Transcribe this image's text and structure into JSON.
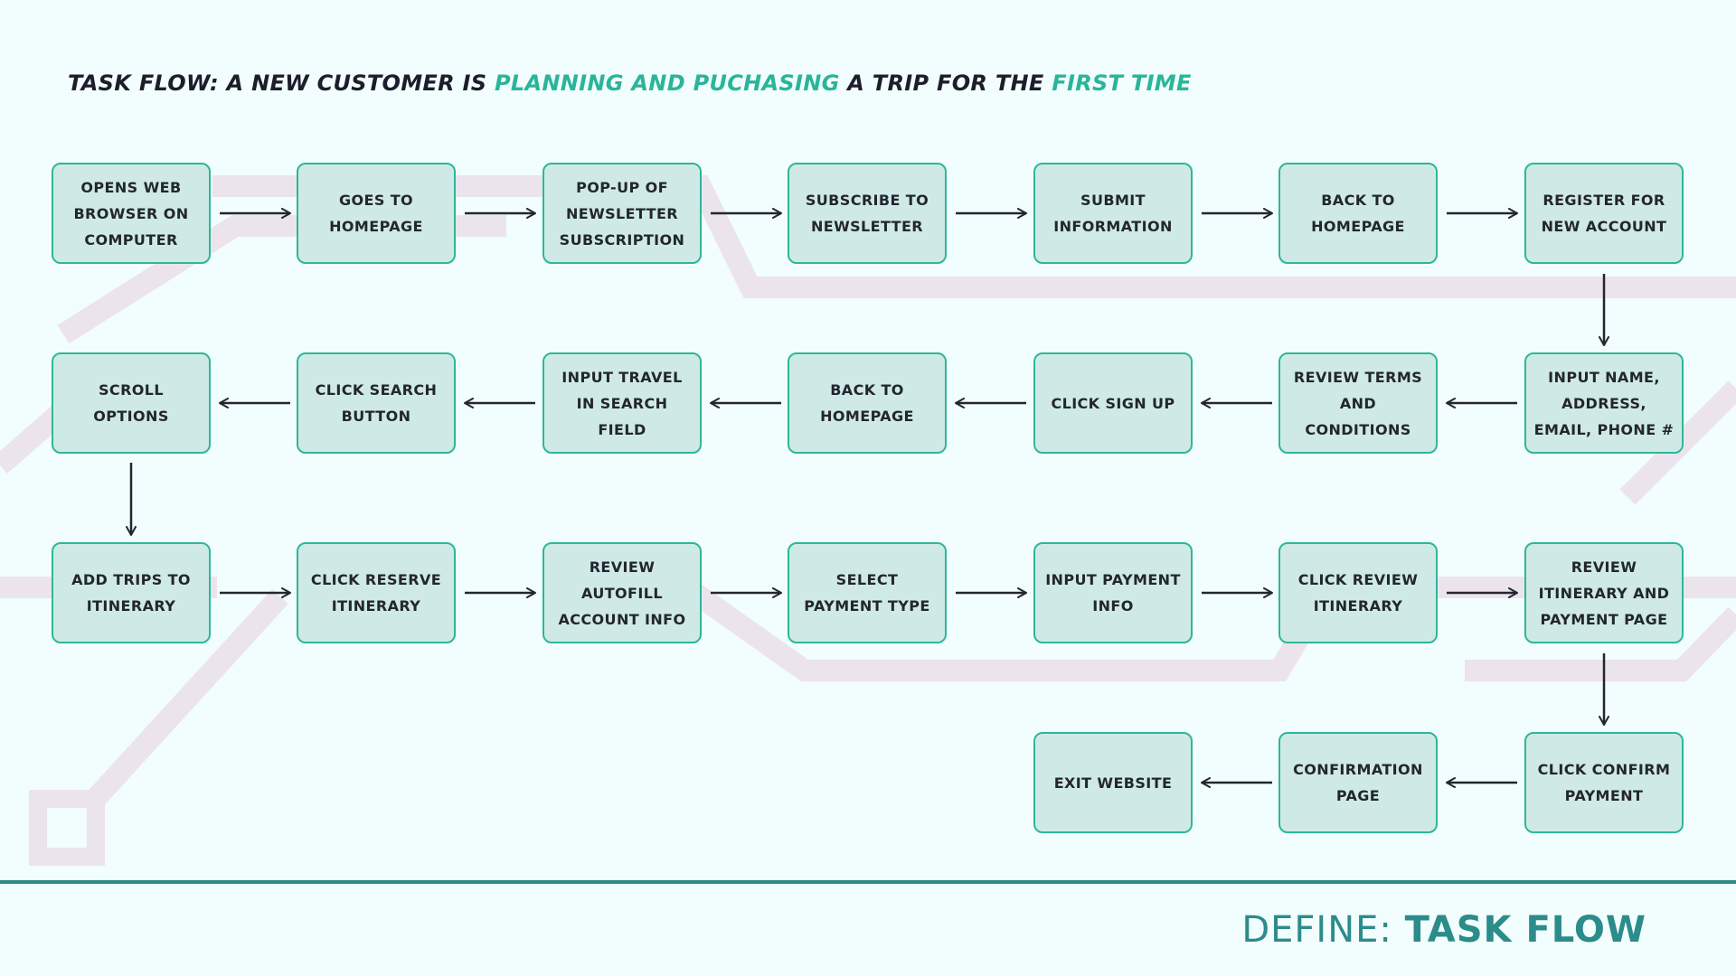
{
  "heading": {
    "part1": "TASK FLOW: A NEW CUSTOMER IS ",
    "highlight1": "PLANNING AND PUCHASING",
    "part2": " A TRIP FOR THE ",
    "highlight2": "FIRST TIME"
  },
  "steps": [
    "OPENS WEB\nBROWSER ON\nCOMPUTER",
    "GOES TO\nHOMEPAGE",
    "POP-UP OF\nNEWSLETTER\nSUBSCRIPTION",
    "SUBSCRIBE TO\nNEWSLETTER",
    "SUBMIT\nINFORMATION",
    "BACK TO\nHOMEPAGE",
    "REGISTER FOR\nNEW ACCOUNT",
    "INPUT NAME,\nADDRESS,\nEMAIL, PHONE #",
    "REVIEW TERMS\nAND CONDITIONS",
    "CLICK SIGN UP",
    "BACK TO\nHOMEPAGE",
    "INPUT TRAVEL\nIN SEARCH FIELD",
    "CLICK SEARCH\nBUTTON",
    "SCROLL\nOPTIONS",
    "ADD TRIPS TO\nITINERARY",
    "CLICK RESERVE\nITINERARY",
    "REVIEW\nAUTOFILL\nACCOUNT INFO",
    "SELECT\nPAYMENT TYPE",
    "INPUT PAYMENT\nINFO",
    "CLICK REVIEW\nITINERARY",
    "REVIEW\nITINERARY AND\nPAYMENT PAGE",
    "CLICK CONFIRM\nPAYMENT",
    "CONFIRMATION\nPAGE",
    "EXIT WEBSITE"
  ],
  "footer": {
    "label": "DEFINE: ",
    "title": "TASK FLOW"
  },
  "colors": {
    "background": "#f2fdfd",
    "box_fill": "#cfeae6",
    "box_border": "#2db79b",
    "accent_text": "#2ab59b",
    "footer": "#2b8c8a",
    "arrow": "#23262f",
    "decor_lines": "#ebe4ec"
  }
}
